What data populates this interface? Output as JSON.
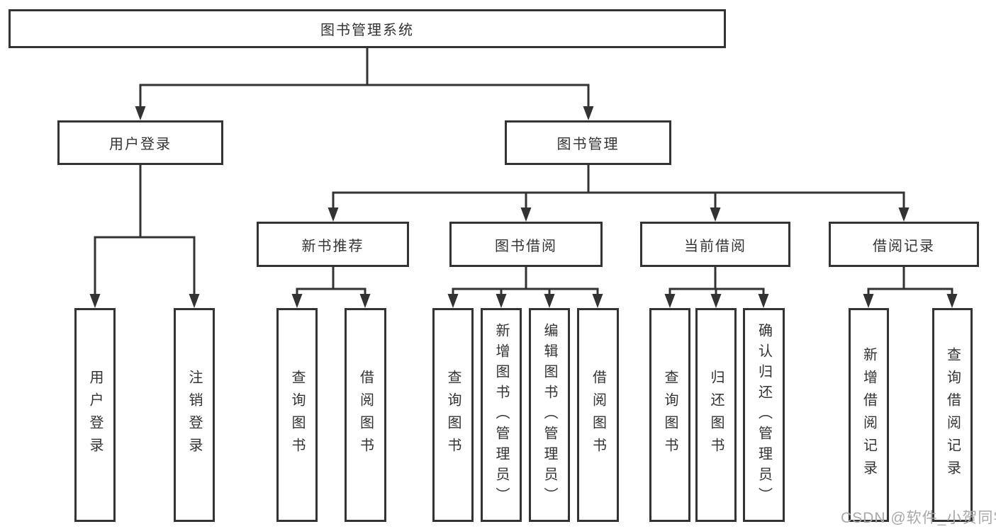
{
  "tree": {
    "label": "图书管理系统",
    "children": [
      {
        "label": "用户登录",
        "children": [
          {
            "label": "用户登录"
          },
          {
            "label": "注销登录"
          }
        ]
      },
      {
        "label": "图书管理",
        "children": [
          {
            "label": "新书推荐",
            "children": [
              {
                "label": "查询图书"
              },
              {
                "label": "借阅图书"
              }
            ]
          },
          {
            "label": "图书借阅",
            "children": [
              {
                "label": "查询图书"
              },
              {
                "label": "新增图书（管理员）"
              },
              {
                "label": "编辑图书（管理员）"
              },
              {
                "label": "借阅图书"
              }
            ]
          },
          {
            "label": "当前借阅",
            "children": [
              {
                "label": "查询图书"
              },
              {
                "label": "归还图书"
              },
              {
                "label": "确认归还（管理员）"
              }
            ]
          },
          {
            "label": "借阅记录",
            "children": [
              {
                "label": "新增借阅记录"
              },
              {
                "label": "查询借阅记录"
              }
            ]
          }
        ]
      }
    ]
  },
  "watermark": {
    "text": "CSDN @软件_小贺同学"
  },
  "colors": {
    "line": "#333333",
    "text": "#333333",
    "watermark": "#a8a8a8",
    "background": "#ffffff"
  }
}
